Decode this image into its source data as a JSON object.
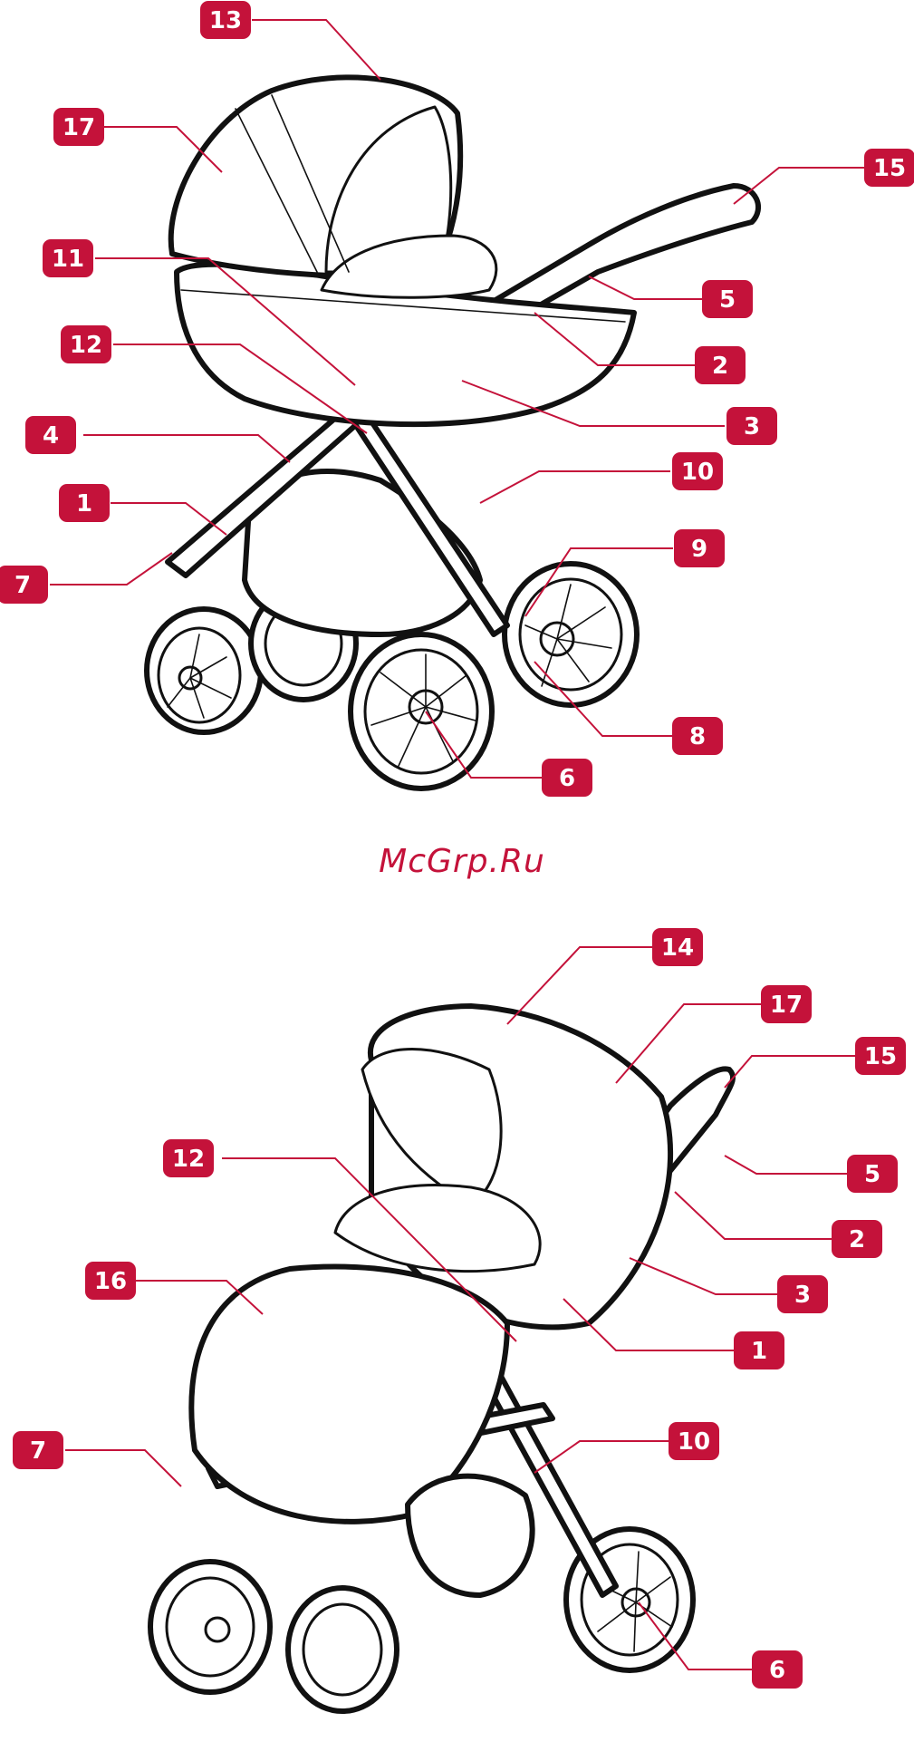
{
  "watermark": "McGrp.Ru",
  "colors": {
    "accent": "#c4123a",
    "line": "#111111",
    "background": "#ffffff"
  },
  "figures": [
    {
      "name": "pram-carrycot-figure",
      "callouts": [
        {
          "label": "13"
        },
        {
          "label": "17"
        },
        {
          "label": "11"
        },
        {
          "label": "12"
        },
        {
          "label": "4"
        },
        {
          "label": "1"
        },
        {
          "label": "7"
        },
        {
          "label": "15"
        },
        {
          "label": "5"
        },
        {
          "label": "2"
        },
        {
          "label": "3"
        },
        {
          "label": "10"
        },
        {
          "label": "9"
        },
        {
          "label": "8"
        },
        {
          "label": "6"
        }
      ]
    },
    {
      "name": "pram-seat-figure",
      "callouts": [
        {
          "label": "14"
        },
        {
          "label": "17"
        },
        {
          "label": "15"
        },
        {
          "label": "12"
        },
        {
          "label": "5"
        },
        {
          "label": "2"
        },
        {
          "label": "16"
        },
        {
          "label": "3"
        },
        {
          "label": "1"
        },
        {
          "label": "7"
        },
        {
          "label": "10"
        },
        {
          "label": "6"
        }
      ]
    }
  ]
}
